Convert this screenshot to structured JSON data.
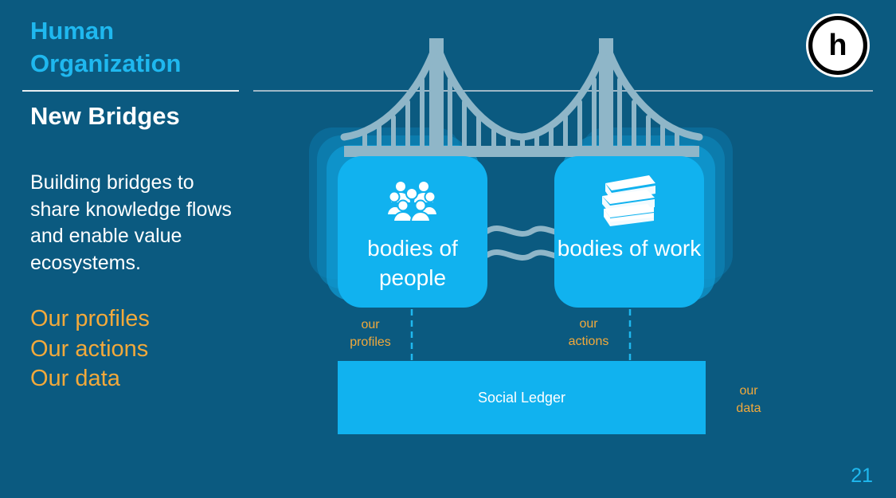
{
  "title": "Human Organization",
  "subtitle": "New Bridges",
  "body": "Building bridges to share knowledge flows and enable value ecosystems.",
  "our_list": [
    "Our profiles",
    "Our actions",
    "Our data"
  ],
  "logo_letter": "h",
  "diagram": {
    "left_card": {
      "icon": "people-group-icon",
      "label": "bodies of people"
    },
    "right_card": {
      "icon": "books-stack-icon",
      "label": "bodies of work"
    },
    "left_connector_label": "our profiles",
    "right_connector_label": "our actions",
    "ledger_label": "Social Ledger",
    "side_label": "our data"
  },
  "page_number": "21",
  "colors": {
    "background": "#0b5a80",
    "accent_blue": "#1fb8ef",
    "card_blue": "#11b2ef",
    "orange": "#f2a93b",
    "bridge": "#8fb6c8"
  }
}
